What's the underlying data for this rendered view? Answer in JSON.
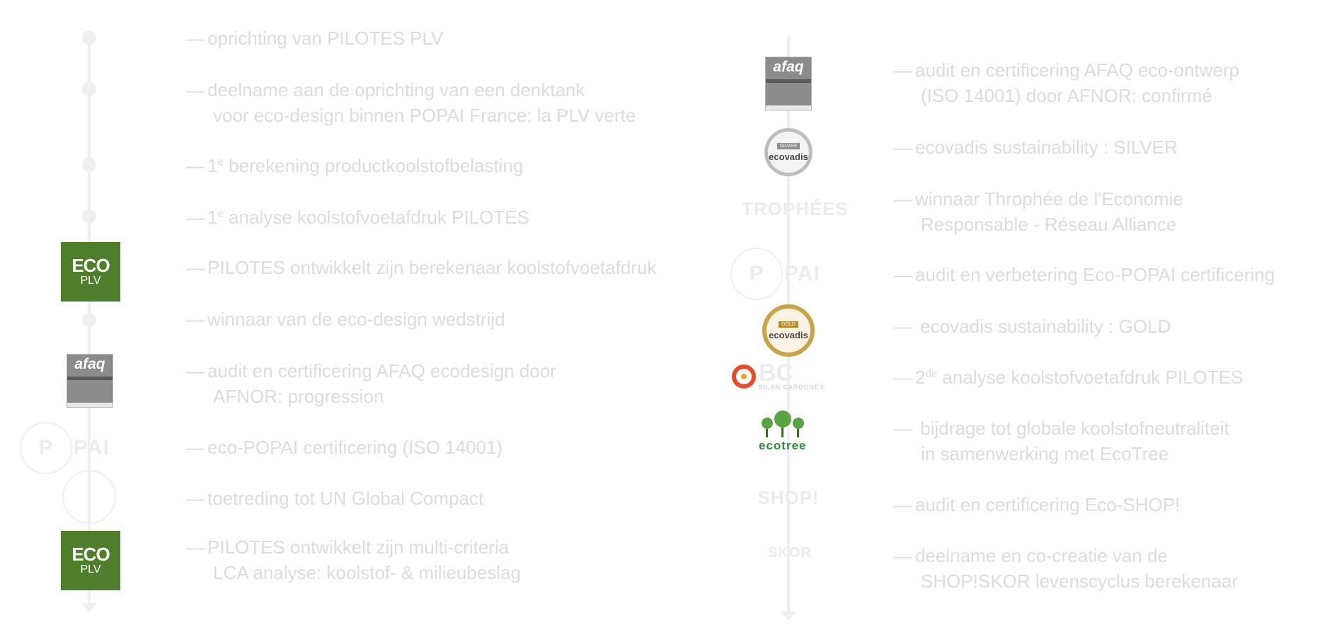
{
  "timeline_left": {
    "entries": [
      {
        "text": "oprichting van PILOTES PLV"
      },
      {
        "text": "deelname aan de oprichting van een denktank",
        "text2": "voor eco-design binnen POPAI France: la PLV verte"
      },
      {
        "prefix": "1",
        "sup": "e",
        "text": "berekening productkoolstofbelasting"
      },
      {
        "prefix": "1",
        "sup": "e",
        "text": "analyse koolstofvoetafdruk PILOTES"
      },
      {
        "text": "PILOTES ontwikkelt zijn berekenaar koolstofvoetafdruk",
        "logo": {
          "eco": "ECO",
          "plv": "PLV"
        }
      },
      {
        "text": "winnaar van de eco-design wedstrijd"
      },
      {
        "text": "audit en certificering AFAQ ecodesign door",
        "text2": "AFNOR: progression"
      },
      {
        "text": "eco-POPAI certificering (ISO 14001)"
      },
      {
        "text": "toetreding tot UN Global Compact"
      },
      {
        "text": "PILOTES ontwikkelt zijn multi-criteria",
        "text2": "LCA analyse: koolstof- & milieubeslag",
        "logo": {
          "eco": "ECO",
          "plv": "PLV"
        }
      }
    ]
  },
  "timeline_right": {
    "entries": [
      {
        "text": "audit en certificering AFAQ eco-ontwerp",
        "text2": "(ISO 14001) door AFNOR: confirmé"
      },
      {
        "text": "ecovadis sustainability : SILVER"
      },
      {
        "text": "winnaar Throphée de l'Economie",
        "text2": "Responsable - Réseau Alliance"
      },
      {
        "text": "audit en verbetering Eco-POPAI certificering"
      },
      {
        "text": " ecovadis sustainability : GOLD"
      },
      {
        "prefix": "2",
        "sup": "de",
        "text": "analyse koolstofvoetafdruk PILOTES"
      },
      {
        "text": " bijdrage tot globale koolstofneutraliteit",
        "text2": "in samenwerking met EcoTree"
      },
      {
        "text": "audit en certificering Eco-SHOP!"
      },
      {
        "text": "deelname en co-creatie van de",
        "text2": "SHOP!SKOR levenscyclus berekenaar"
      }
    ]
  },
  "logos": {
    "afaq": {
      "word": "afaq"
    },
    "ecovadis_silver": {
      "tag": "SILVER",
      "word": "ecovadis"
    },
    "ecovadis_gold": {
      "tag": "GOLD",
      "word": "ecovadis"
    },
    "bilan_carbone": {
      "big": "BC",
      "small": "BILAN CARBONE®"
    },
    "ecotree": {
      "word": "ecotree"
    }
  },
  "colors": {
    "text": "#dcdcdc",
    "axis": "#efefef",
    "eco_plv_green": "#4e7d2c",
    "ecotree_green": "#2f8b3f",
    "bilan_red": "#e84a2c",
    "gold": "#c9a54a"
  },
  "dash": "—"
}
